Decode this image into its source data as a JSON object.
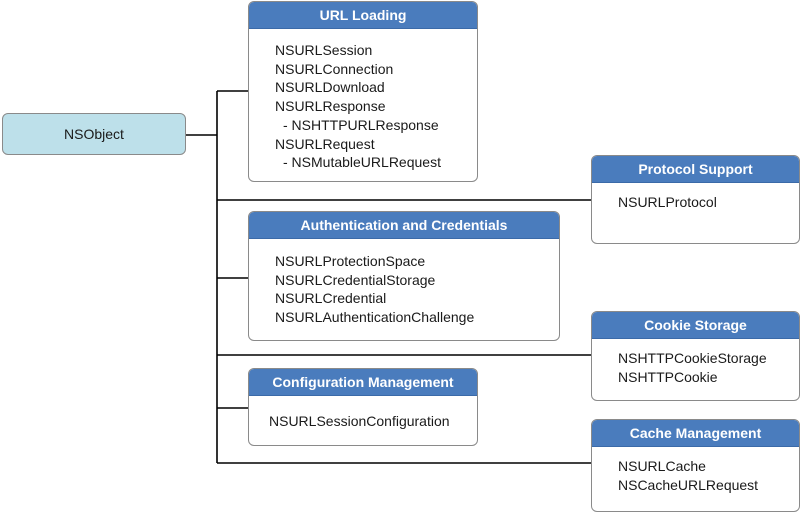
{
  "root": {
    "label": "NSObject"
  },
  "colors": {
    "header": "#4a7cbd",
    "root_fill": "#bde0ea",
    "border": "#8a8a8a",
    "line": "#000000"
  },
  "boxes": {
    "url_loading": {
      "title": "URL Loading",
      "items": [
        "NSURLSession",
        "NSURLConnection",
        "NSURLDownload",
        "NSURLResponse",
        "- NSHTTPURLResponse",
        "NSURLRequest",
        "- NSMutableURLRequest"
      ]
    },
    "protocol_support": {
      "title": "Protocol Support",
      "items": [
        "NSURLProtocol"
      ]
    },
    "auth": {
      "title": "Authentication and Credentials",
      "items": [
        "NSURLProtectionSpace",
        "NSURLCredentialStorage",
        "NSURLCredential",
        "NSURLAuthenticationChallenge"
      ]
    },
    "cookie_storage": {
      "title": "Cookie Storage",
      "items": [
        "NSHTTPCookieStorage",
        "NSHTTPCookie"
      ]
    },
    "config_mgmt": {
      "title": "Configuration Management",
      "items": [
        "NSURLSessionConfiguration"
      ]
    },
    "cache_mgmt": {
      "title": "Cache Management",
      "items": [
        "NSURLCache",
        "NSCacheURLRequest"
      ]
    }
  }
}
